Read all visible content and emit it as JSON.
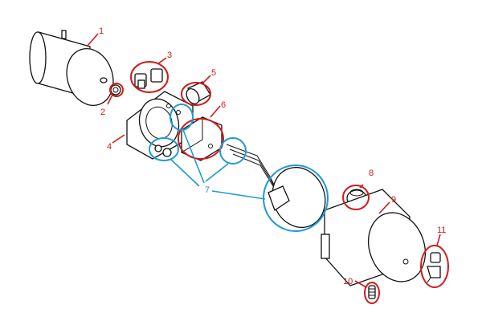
{
  "diagram": {
    "colors": {
      "callout_primary": "#d11a1a",
      "callout_secondary": "#1f9ad6",
      "line": "#111111"
    },
    "callouts": [
      {
        "id": "1",
        "label": "1"
      },
      {
        "id": "2",
        "label": "2"
      },
      {
        "id": "3",
        "label": "3"
      },
      {
        "id": "4",
        "label": "4"
      },
      {
        "id": "5",
        "label": "5"
      },
      {
        "id": "6",
        "label": "6"
      },
      {
        "id": "7",
        "label": "7"
      },
      {
        "id": "8",
        "label": "8"
      },
      {
        "id": "9",
        "label": "9"
      },
      {
        "id": "10",
        "label": "10"
      },
      {
        "id": "11",
        "label": "11"
      }
    ]
  }
}
